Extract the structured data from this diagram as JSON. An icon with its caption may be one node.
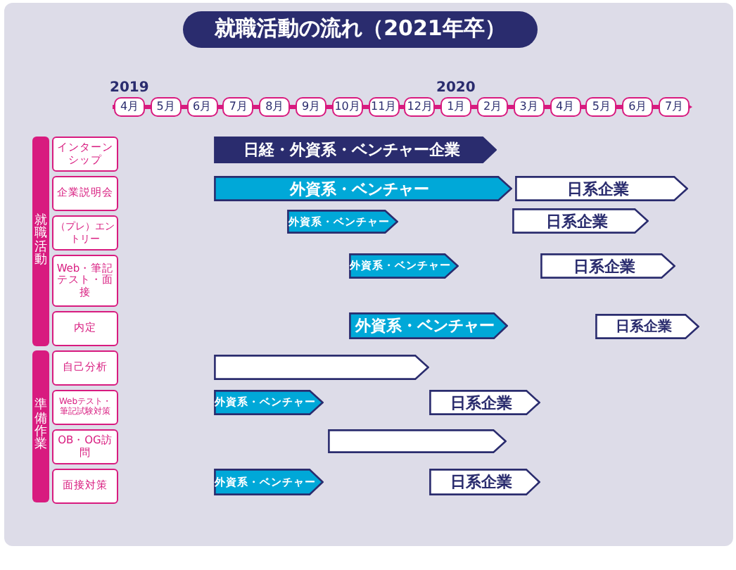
{
  "diagram": {
    "title": "就職活動の流れ（2021年卒）",
    "nodes": [
      {
        "text": [
          "就職活動"
        ]
      },
      {
        "text": [
          "インターンシップ"
        ]
      },
      {
        "text": [
          "企業説明会"
        ]
      },
      {
        "text": [
          "（プレ）エントリー"
        ]
      },
      {
        "text": [
          "Web・筆記テスト・面接"
        ]
      },
      {
        "text": [
          "内定"
        ]
      },
      {
        "text": [
          "準備作業"
        ]
      },
      {
        "text": [
          "自己分析"
        ]
      },
      {
        "text": [
          "Webテスト・筆記試験対策"
        ]
      },
      {
        "text": [
          "OB・OG訪問"
        ]
      },
      {
        "text": [
          "面接対策"
        ]
      },
      {
        "text": [
          "日経・外資系・ベンチャー企業"
        ]
      },
      {
        "text": [
          "外資系・ベンチャー"
        ]
      },
      {
        "text": [
          "日系企業"
        ]
      },
      {
        "text": [
          "外資系・ベンチャー"
        ]
      },
      {
        "text": [
          "日系企業"
        ]
      },
      {
        "text": [
          "外資系・ベンチャー"
        ]
      },
      {
        "text": [
          "日系企業"
        ]
      },
      {
        "text": [
          "外資系・ベンチャー"
        ]
      },
      {
        "text": [
          "日系企業"
        ]
      },
      {
        "text": [],
        "shape": "bar"
      },
      {
        "text": [
          "外資系・ベンチャー"
        ]
      },
      {
        "text": [
          "日系企業"
        ]
      },
      {
        "text": [],
        "shape": "bar"
      },
      {
        "text": [
          "外資系・ベンチャー"
        ]
      },
      {
        "text": [
          "日系企業"
        ]
      }
    ],
    "edges": [],
    "labels": [
      "2019",
      "2020",
      "4月",
      "5月",
      "6月",
      "7月",
      "8月",
      "9月",
      "10月",
      "11月",
      "12月",
      "1月",
      "2月",
      "3月",
      "4月",
      "5月",
      "6月",
      "7月"
    ]
  }
}
